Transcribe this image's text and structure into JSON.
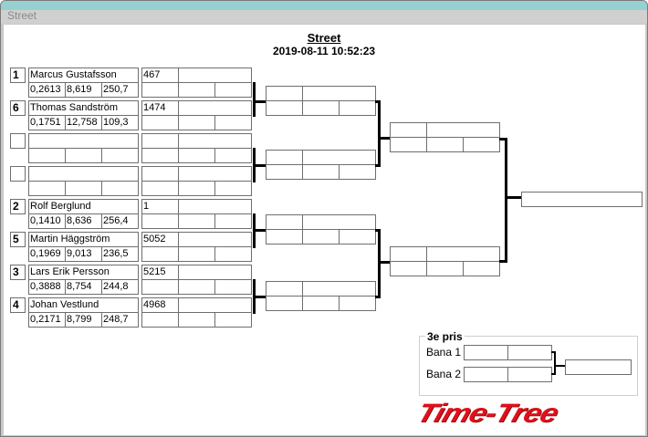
{
  "window": {
    "title": "Street"
  },
  "header": {
    "title": "Street",
    "datetime": "2019-08-11 10:52:23"
  },
  "entries": [
    {
      "seed": "1",
      "name": "Marcus Gustafsson",
      "stats": [
        "0,2613",
        "8,619",
        "250,7"
      ],
      "id": "467"
    },
    {
      "seed": "6",
      "name": "Thomas Sandström",
      "stats": [
        "0,1751",
        "12,758",
        "109,3"
      ],
      "id": "1474"
    },
    {
      "seed": "",
      "name": "",
      "stats": [
        "",
        "",
        ""
      ],
      "id": ""
    },
    {
      "seed": "",
      "name": "",
      "stats": [
        "",
        "",
        ""
      ],
      "id": ""
    },
    {
      "seed": "2",
      "name": "Rolf Berglund",
      "stats": [
        "0,1410",
        "8,636",
        "256,4"
      ],
      "id": "1"
    },
    {
      "seed": "5",
      "name": "Martin Häggström",
      "stats": [
        "0,1969",
        "9,013",
        "236,5"
      ],
      "id": "5052"
    },
    {
      "seed": "3",
      "name": "Lars Erik Persson",
      "stats": [
        "0,3888",
        "8,754",
        "244,8"
      ],
      "id": "5215"
    },
    {
      "seed": "4",
      "name": "Johan Vestlund",
      "stats": [
        "0,2171",
        "8,799",
        "248,7"
      ],
      "id": "4968"
    }
  ],
  "third_place": {
    "label": "3e pris",
    "lanes": [
      "Bana 1",
      "Bana 2"
    ]
  },
  "logo": "Time-Tree"
}
